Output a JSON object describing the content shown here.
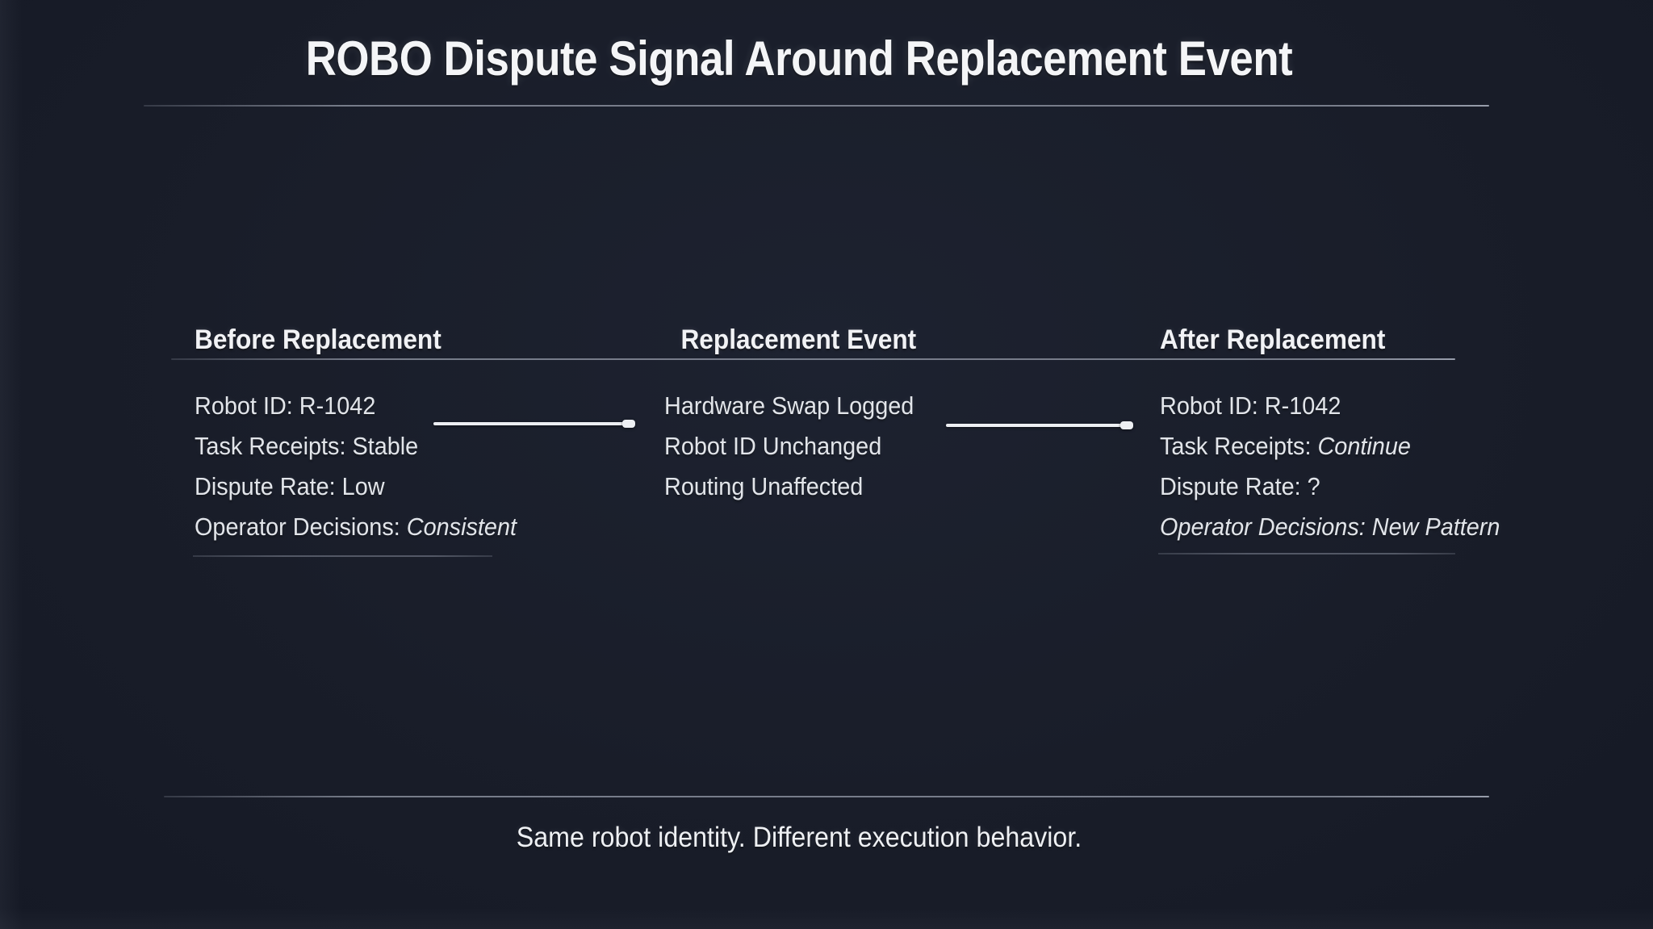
{
  "title": "ROBO Dispute Signal Around Replacement Event",
  "columns": [
    {
      "header": "Before Replacement",
      "rows": [
        {
          "prefix": "Robot ID: R-1042",
          "em": ""
        },
        {
          "prefix": "Task Receipts: Stable",
          "em": ""
        },
        {
          "prefix": "Dispute Rate: Low",
          "em": ""
        },
        {
          "prefix": "Operator Decisions: ",
          "em": "Consistent"
        }
      ]
    },
    {
      "header": "Replacement Event",
      "rows": [
        {
          "prefix": "Hardware Swap Logged",
          "em": ""
        },
        {
          "prefix": "Robot ID Unchanged",
          "em": ""
        },
        {
          "prefix": "Routing Unaffected",
          "em": ""
        }
      ]
    },
    {
      "header": "After Replacement",
      "rows": [
        {
          "prefix": "Robot ID: R-1042",
          "em": ""
        },
        {
          "prefix": "Task Receipts: ",
          "em": "Continue"
        },
        {
          "prefix": "Dispute Rate: ?",
          "em": ""
        },
        {
          "prefix": "",
          "em": "Operator Decisions: New Pattern"
        }
      ]
    }
  ],
  "footer": "Same robot identity. Different execution behavior.",
  "icons": {
    "arrow_right": "right-pointing line with square head"
  },
  "colors": {
    "background": "#191d29",
    "title_text": "#f4f5f7",
    "body_text": "#e2e5ea",
    "rule": "#969cab",
    "underline": "#82889a",
    "arrow": "#edeff3"
  }
}
